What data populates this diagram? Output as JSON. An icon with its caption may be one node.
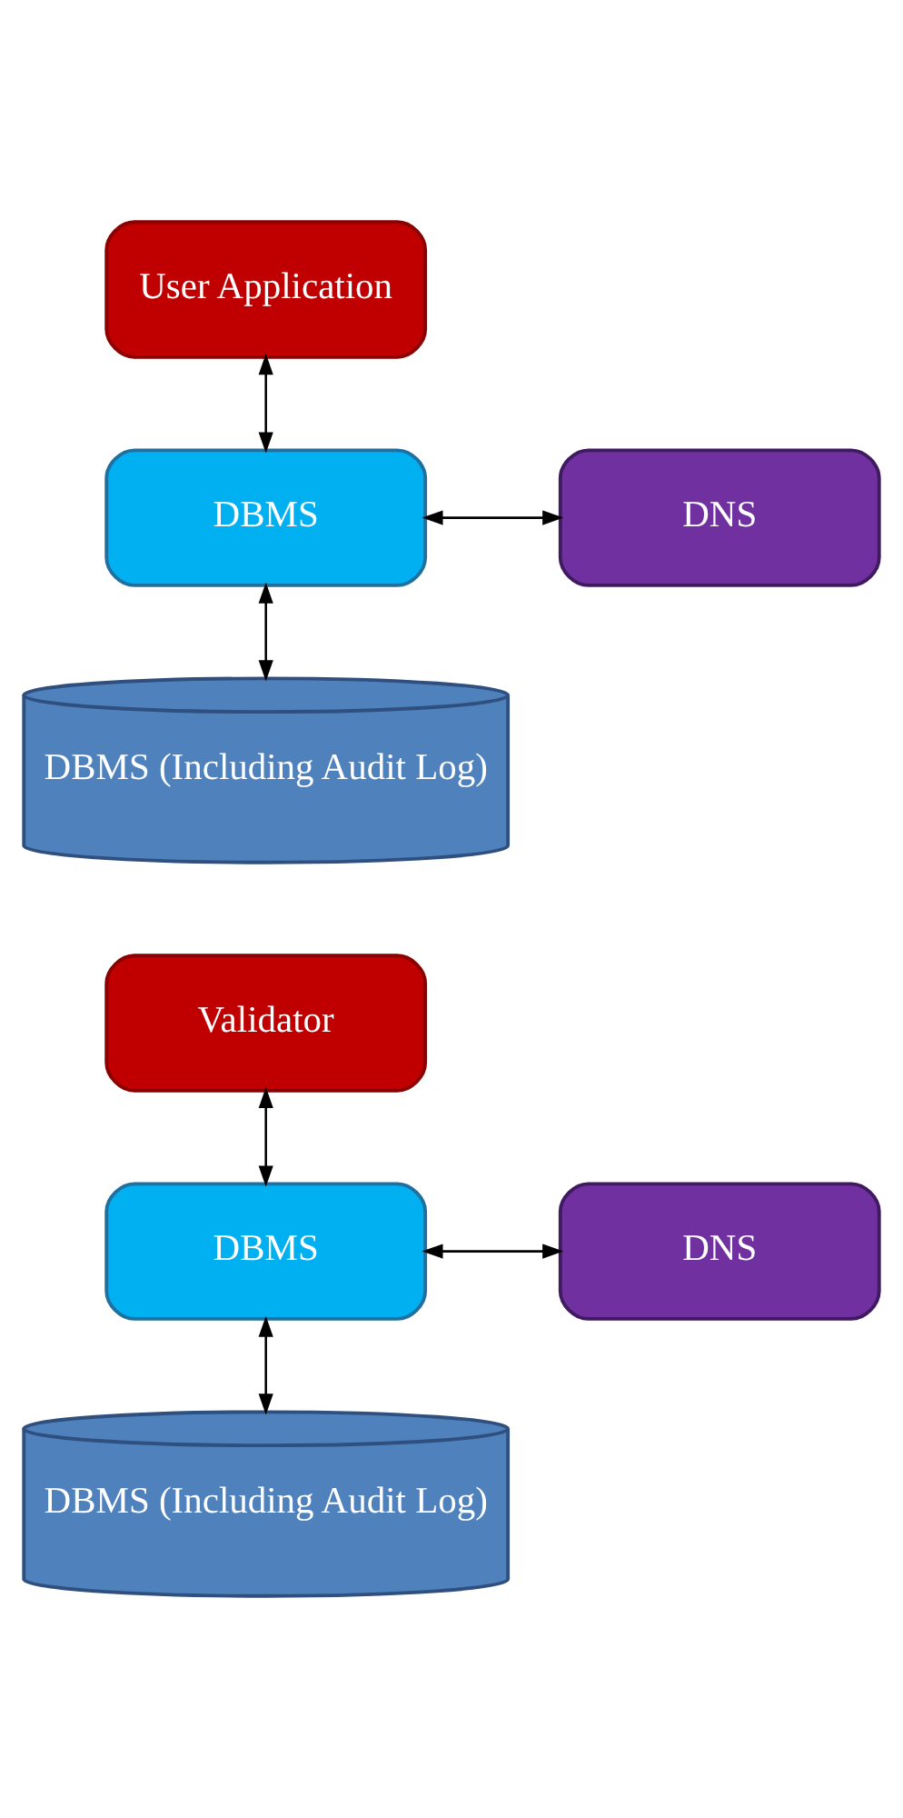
{
  "diagram": {
    "nodes": [
      {
        "text": [
          "User Application"
        ]
      },
      {
        "text": [
          "DBMS"
        ]
      },
      {
        "text": [
          "DNS"
        ]
      },
      {
        "text": [
          "DBMS (Including Audit Log)"
        ]
      },
      {
        "text": [
          "Validator"
        ]
      },
      {
        "text": [
          "DBMS"
        ]
      },
      {
        "text": [
          "DNS"
        ]
      },
      {
        "text": [
          "DBMS (Including Audit Log)"
        ]
      }
    ],
    "edges": [
      {
        "from": 0,
        "to": 1,
        "arrow": "both"
      },
      {
        "from": 1,
        "to": 2,
        "arrow": "both"
      },
      {
        "from": 1,
        "to": 3,
        "arrow": "both"
      },
      {
        "from": 4,
        "to": 5,
        "arrow": "both"
      },
      {
        "from": 5,
        "to": 6,
        "arrow": "both"
      },
      {
        "from": 5,
        "to": 7,
        "arrow": "both"
      }
    ]
  }
}
